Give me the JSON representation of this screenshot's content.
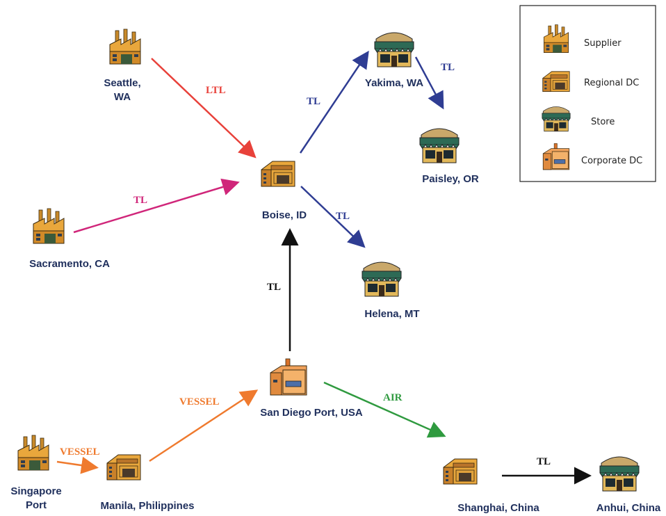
{
  "diagram": {
    "colors": {
      "ltl": "#e8413a",
      "tl_magenta": "#d0267a",
      "tl_blue": "#2f3d93",
      "tl_black": "#111111",
      "vessel": "#ef7a2e",
      "air": "#2f9a3f",
      "node_text": "#1f2f5c"
    },
    "nodes": {
      "seattle": {
        "lines": [
          "Seattle,",
          "WA"
        ],
        "type": "supplier"
      },
      "sacramento": {
        "lines": [
          "Sacramento, CA"
        ],
        "type": "supplier"
      },
      "singapore": {
        "lines": [
          "Singapore",
          "Port"
        ],
        "type": "supplier"
      },
      "boise": {
        "lines": [
          "Boise, ID"
        ],
        "type": "regional_dc"
      },
      "manila": {
        "lines": [
          "Manila, Philippines"
        ],
        "type": "regional_dc"
      },
      "shanghai": {
        "lines": [
          "Shanghai, China"
        ],
        "type": "regional_dc"
      },
      "yakima": {
        "lines": [
          "Yakima, WA"
        ],
        "type": "store"
      },
      "paisley": {
        "lines": [
          "Paisley, OR"
        ],
        "type": "store"
      },
      "helena": {
        "lines": [
          "Helena, MT"
        ],
        "type": "store"
      },
      "anhui": {
        "lines": [
          "Anhui, China"
        ],
        "type": "store"
      },
      "sandiego": {
        "lines": [
          "San Diego Port, USA"
        ],
        "type": "corporate_dc"
      }
    },
    "edges": [
      {
        "id": "seattle-boise",
        "label": "LTL",
        "color": "ltl"
      },
      {
        "id": "sacramento-boise",
        "label": "TL",
        "color": "tl_magenta"
      },
      {
        "id": "boise-yakima",
        "label": "TL",
        "color": "tl_blue"
      },
      {
        "id": "yakima-paisley",
        "label": "TL",
        "color": "tl_blue"
      },
      {
        "id": "boise-helena",
        "label": "TL",
        "color": "tl_blue"
      },
      {
        "id": "sandiego-boise",
        "label": "TL",
        "color": "tl_black"
      },
      {
        "id": "singapore-manila",
        "label": "VESSEL",
        "color": "vessel"
      },
      {
        "id": "manila-sandiego",
        "label": "VESSEL",
        "color": "vessel"
      },
      {
        "id": "sandiego-shanghai",
        "label": "AIR",
        "color": "air"
      },
      {
        "id": "shanghai-anhui",
        "label": "TL",
        "color": "tl_black"
      }
    ]
  },
  "legend": {
    "items": [
      {
        "label": "Supplier",
        "icon": "supplier-icon"
      },
      {
        "label": "Regional DC",
        "icon": "regional-dc-icon"
      },
      {
        "label": "Store",
        "icon": "store-icon"
      },
      {
        "label": "Corporate DC",
        "icon": "corporate-dc-icon"
      }
    ]
  }
}
